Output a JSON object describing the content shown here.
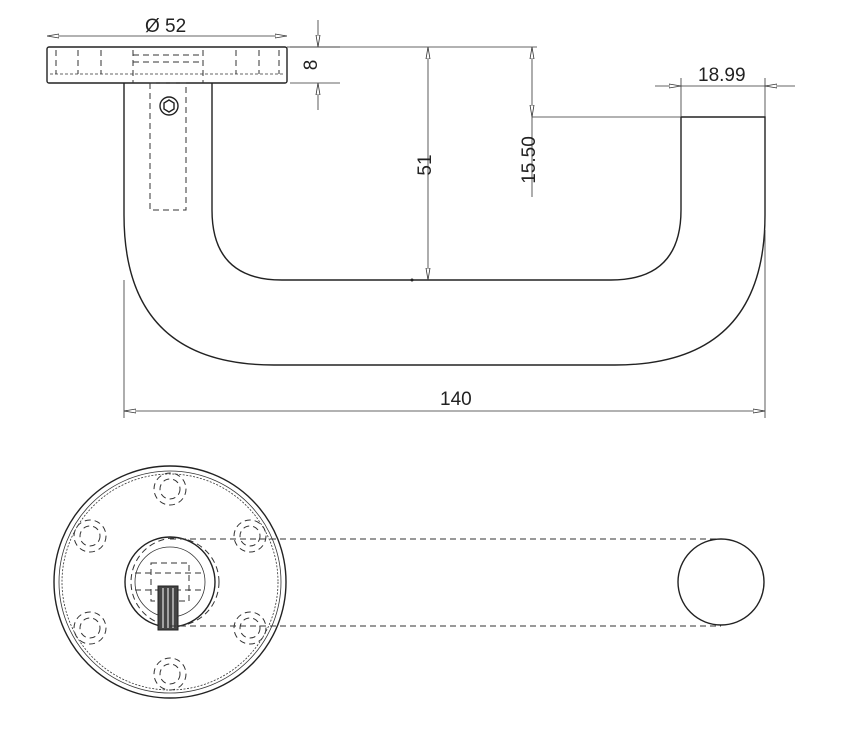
{
  "dimensions": {
    "rose_diameter": "Ø 52",
    "rose_thickness": "8",
    "handle_height": "51",
    "end_offset": "15.50",
    "end_width": "18.99",
    "total_length": "140"
  }
}
